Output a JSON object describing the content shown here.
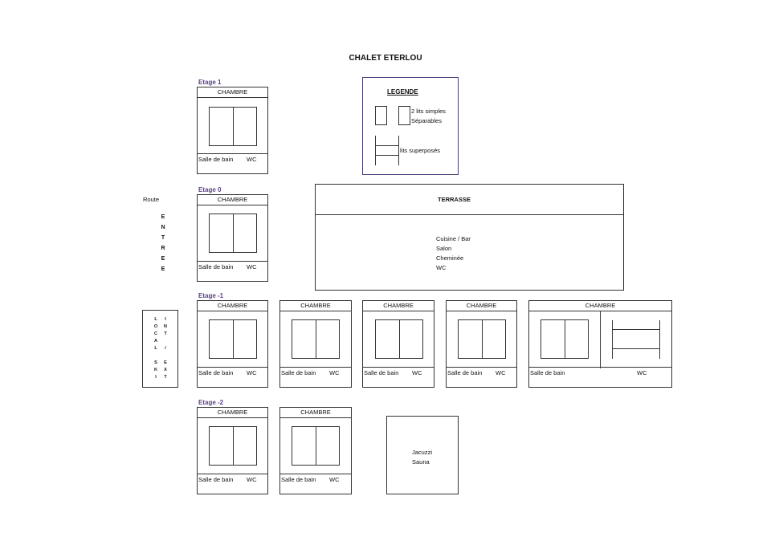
{
  "title": "CHALET ETERLOU",
  "legend": {
    "title": "LEGENDE",
    "twin_beds_line1": "2 lits simples",
    "twin_beds_line2": "Séparables",
    "bunk_beds": "lits superposés"
  },
  "route_label": "Route",
  "entrance_letters": [
    "E",
    "N",
    "T",
    "R",
    "E",
    "E"
  ],
  "ski_room": {
    "col1": [
      "L",
      "O",
      "C",
      "A",
      "L",
      "",
      "S",
      "K",
      "I"
    ],
    "col2": [
      "I",
      "N",
      "T",
      "",
      "/",
      "",
      "E",
      "X",
      "T"
    ]
  },
  "main_area": {
    "header": "TERRASSE",
    "items": [
      "Cuisine / Bar",
      "Salon",
      "Cheminée",
      "WC"
    ]
  },
  "spa": {
    "items": [
      "Jacuzzi",
      "Sauna"
    ]
  },
  "room_labels": {
    "chambre": "CHAMBRE",
    "bathroom": "Salle de bain",
    "wc": "WC"
  },
  "floors": [
    {
      "label": "Etage 1",
      "rooms": 1
    },
    {
      "label": "Etage 0",
      "rooms": 1
    },
    {
      "label": "Etage -1",
      "rooms": 5
    },
    {
      "label": "Etage -2",
      "rooms": 2
    }
  ]
}
